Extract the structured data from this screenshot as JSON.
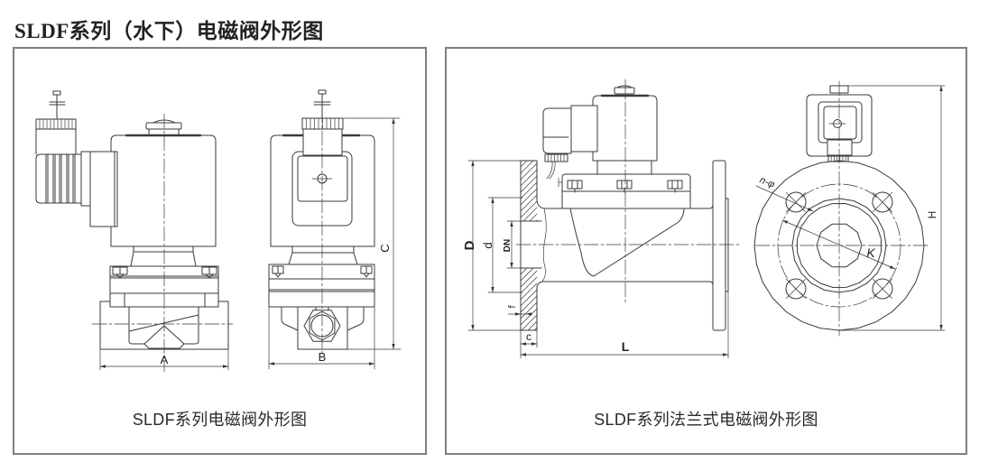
{
  "page": {
    "title": "SLDF系列（水下）电磁阀外形图"
  },
  "left_panel": {
    "caption": "SLDF系列电磁阀外形图",
    "dimension_labels": {
      "length": "A",
      "width": "B",
      "height": "C"
    }
  },
  "right_panel": {
    "caption": "SLDF系列法兰式电磁阀外形图",
    "dimension_labels": {
      "flange_outer_diameter": "D",
      "raised_face_diameter": "d",
      "nominal_diameter": "DN",
      "raised_face_height": "f",
      "flange_thickness": "c",
      "length": "L",
      "height": "H",
      "bolt_circle_diameter": "K",
      "bolt_holes": "n-φ"
    }
  },
  "colors": {
    "line": "#333333",
    "panel_border": "#7f7f7f",
    "title_text": "#222222",
    "background": "#ffffff"
  }
}
